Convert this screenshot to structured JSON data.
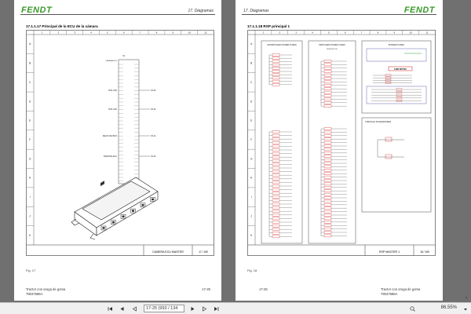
{
  "left_page": {
    "logo": "FENDT",
    "chapter": "17. Diagramas",
    "section_title": "17.1.1.17  Principal de la ECU de la cámara",
    "fig_label": "Fig. 17",
    "footer_line1": "Tractor con oruga de goma",
    "footer_line2": "79037686A",
    "page_number": "17-25",
    "title_block_label": "CAMERA ECU MASTER",
    "title_block_sheet": "17 / 169",
    "connector_labels": {
      "top": "X1",
      "top2": "CAMERA ECU",
      "sig1": "BUS CAN",
      "sig2": "BUS CAN",
      "sig3": "REAR CAM BUS",
      "sig4": "PWR-BUS-ECU",
      "out1": "X6-20",
      "out2": "X6-22",
      "out3": "X6-21",
      "out4": "X6-23"
    }
  },
  "right_page": {
    "logo": "FENDT",
    "chapter": "17. Diagramas",
    "section_title": "17.1.1.18  RSP principal 1",
    "fig_label": "Fig. 18",
    "footer_line1": "Tractor con oruga de goma",
    "footer_line2": "79037686A",
    "page_number": "17-26",
    "title_block_label": "RSP MASTER 1",
    "title_block_sheet": "18 / 169",
    "boxes": {
      "unswitched": "UNSWITCHED POWER FUSES",
      "switched": "SWITCHED POWER FUSES",
      "fuse_block": "FUSE BLOCK",
      "bussed": "BUSSED FUSES",
      "through": "THROUGH FUSES/DIODES",
      "mt_label": "FOR MT700"
    }
  },
  "columns": [
    "1",
    "2",
    "3",
    "4",
    "5",
    "6",
    "7",
    "8",
    "9",
    "10",
    "11"
  ],
  "rows": [
    "A",
    "B",
    "C",
    "D",
    "E",
    "F",
    "G",
    "H",
    "I",
    "J",
    "K"
  ],
  "toolbar": {
    "page_field": "17-25 (993 / 134",
    "zoom": "86.55%"
  },
  "colors": {
    "logo_green": "#3a9a2a",
    "viewer_bg": "#707070",
    "toolbar_bg": "#f0f0f0",
    "accent_red": "#d02020",
    "accent_green": "#30a030"
  }
}
